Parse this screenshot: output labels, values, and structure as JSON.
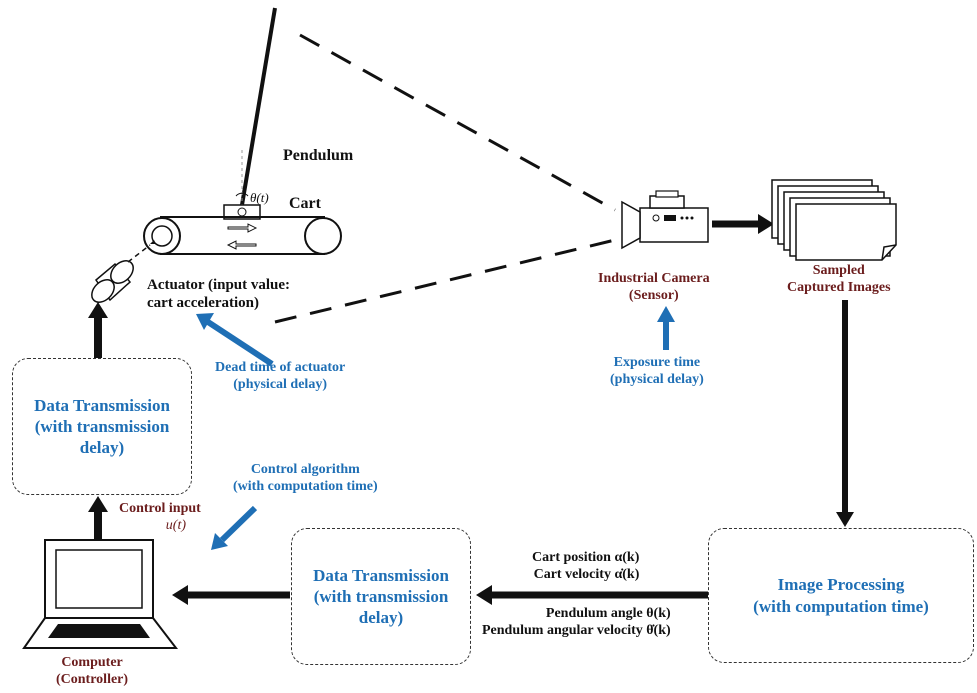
{
  "labels": {
    "pendulum": "Pendulum",
    "cart": "Cart",
    "theta": "θ(t)",
    "actuator_line1": "Actuator (input value:",
    "actuator_line2": "cart acceleration)",
    "dead_time_line1": "Dead time of actuator",
    "dead_time_line2": "(physical delay)",
    "camera_line1": "Industrial Camera",
    "camera_line2": "(Sensor)",
    "sampled_line1": "Sampled",
    "sampled_line2": "Captured Images",
    "exposure_line1": "Exposure time",
    "exposure_line2": "(physical delay)",
    "control_algo_line1": "Control algorithm",
    "control_algo_line2": "(with computation time)",
    "control_input_line1": "Control input",
    "control_input_line2": "u(t)",
    "computer_line1": "Computer",
    "computer_line2": "(Controller)",
    "cart_position": "Cart position α(k)",
    "cart_velocity": "Cart velocity α̇(k)",
    "pendulum_angle": "Pendulum angle θ(k)",
    "pendulum_angular_velocity": "Pendulum angular velocity θ̇(k)"
  },
  "boxes": {
    "data_tx_top": "Data Transmission\n(with transmission\ndelay)",
    "data_tx_bottom": "Data Transmission\n(with transmission\ndelay)",
    "image_processing": "Image Processing\n(with computation time)"
  },
  "colors": {
    "blue": "#1f6fb5",
    "brown": "#6b1d1d",
    "black": "#111111"
  }
}
